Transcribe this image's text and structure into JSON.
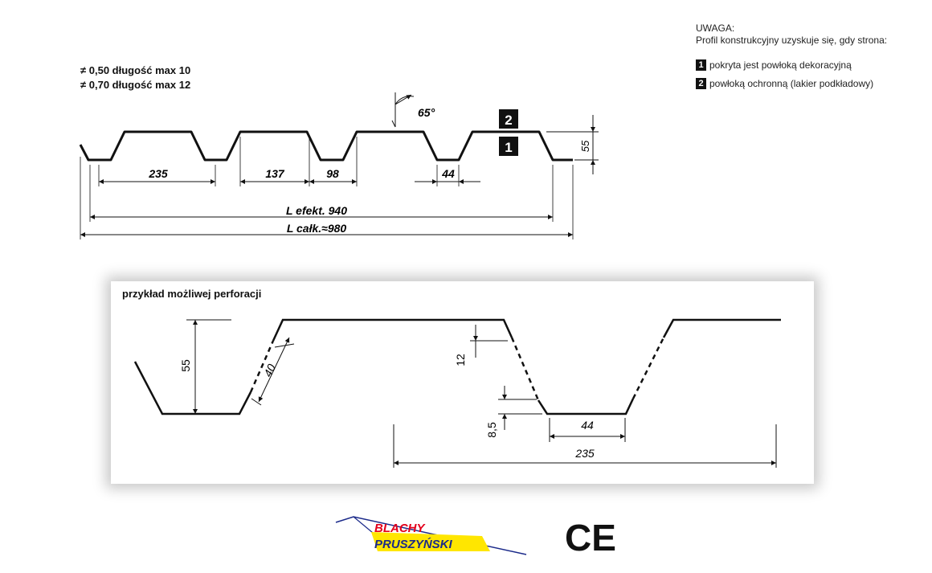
{
  "thickness_notes": [
    {
      "symbol": "≠",
      "text": "0,50 długość max 10"
    },
    {
      "symbol": "≠",
      "text": "0,70 długość max 12"
    }
  ],
  "note": {
    "title": "UWAGA:",
    "text": "Profil konstrukcyjny uzyskuje się, gdy strona:",
    "items": [
      {
        "num": "1",
        "text": "pokryta jest powłoką dekoracyjną"
      },
      {
        "num": "2",
        "text": "powłoką ochronną (lakier podkładowy)"
      }
    ]
  },
  "profile": {
    "angle": "65°",
    "side_labels": [
      "2",
      "1"
    ],
    "height": "55",
    "dims": [
      "235",
      "137",
      "98",
      "44"
    ],
    "effective": "L efekt. 940",
    "total": "L całk.≈980"
  },
  "perforation": {
    "title": "przykład możliwej perforacji",
    "dims": {
      "height": "55",
      "slant": "40",
      "top_offset": "12",
      "bottom_offset": "8,5",
      "bottom": "44",
      "pitch": "235"
    }
  },
  "logo": {
    "line1": "BLACHY",
    "line2": "PRUSZYŃSKI"
  },
  "ce_mark": "CE",
  "colors": {
    "logo_red": "#e3001b",
    "logo_yellow": "#ffe600",
    "logo_blue": "#1b2a8a",
    "ink": "#111111"
  }
}
